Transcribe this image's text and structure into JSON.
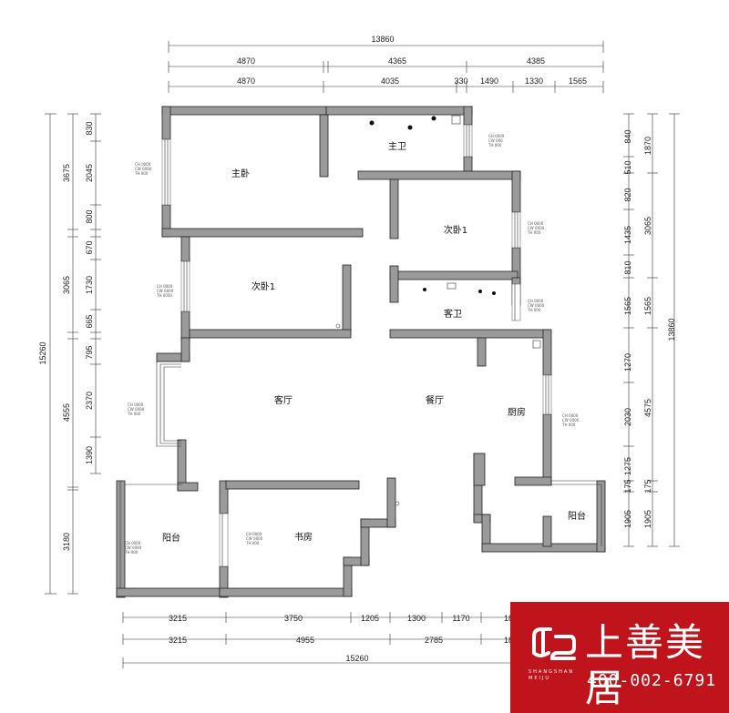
{
  "dimensions": {
    "top_total": "13860",
    "top_row1": [
      "4870",
      "4365",
      "4385"
    ],
    "top_row2": [
      "4870",
      "4035",
      "330",
      "1490",
      "1330",
      "1565"
    ],
    "left_outer": [
      "3675",
      "3065",
      "4555",
      "3180"
    ],
    "left_total": "15260",
    "left_inner": [
      "830",
      "2045",
      "800",
      "670",
      "1730",
      "665",
      "795",
      "2370",
      "1390"
    ],
    "right_inner": [
      "840",
      "510",
      "820",
      "1435",
      "810",
      "1565",
      "1270",
      "2030",
      "1275",
      "175",
      "1905"
    ],
    "right_outer": [
      "1870",
      "3065",
      "1565",
      "4575",
      "175",
      "1905"
    ],
    "right_total": "13860",
    "bottom_row1": [
      "3215",
      "3750",
      "1205",
      "1300",
      "1170",
      "18"
    ],
    "bottom_row2": [
      "3215",
      "4955",
      "2785",
      "18"
    ],
    "bottom_total": "15260"
  },
  "rooms": {
    "master_bedroom": "主卧",
    "master_bath": "主卫",
    "second_bedroom_a": "次卧1",
    "second_bedroom_b": "次卧1",
    "guest_bath": "客卫",
    "living_room": "客厅",
    "dining_room": "餐厅",
    "kitchen": "厨房",
    "balcony_left": "阳台",
    "balcony_right": "阳台",
    "study": "书房"
  },
  "brand": {
    "name": "上善美居",
    "sub": "SHANGSHAN MEIJU",
    "phone": "400-002-6791",
    "color": "#c0141c"
  }
}
